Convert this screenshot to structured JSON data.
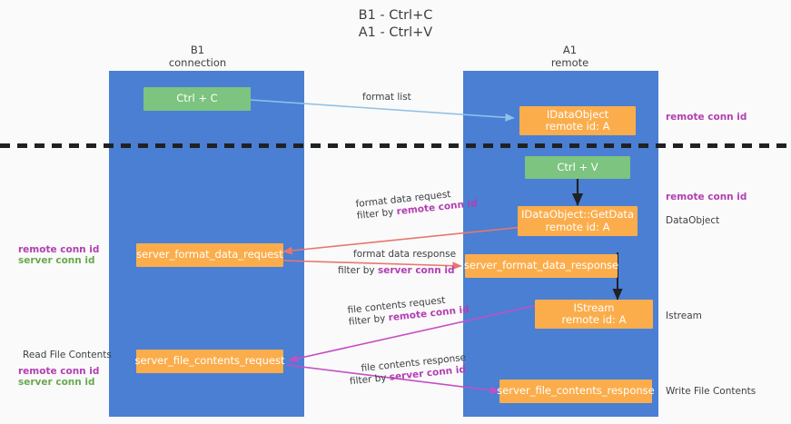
{
  "title": {
    "line1": "B1 - Ctrl+C",
    "line2": "A1 - Ctrl+V"
  },
  "columns": [
    {
      "name": "B1",
      "sub": "connection"
    },
    {
      "name": "A1",
      "sub": "remote"
    }
  ],
  "nodes": [
    {
      "id": "ctrl-c",
      "line1": "Ctrl + C",
      "line2": "",
      "color": "green"
    },
    {
      "id": "idataobject",
      "line1": "IDataObject",
      "line2": "remote id: A",
      "color": "orange"
    },
    {
      "id": "ctrl-v",
      "line1": "Ctrl + V",
      "line2": "",
      "color": "green"
    },
    {
      "id": "getdata",
      "line1": "IDataObject::GetData",
      "line2": "remote id: A",
      "color": "orange"
    },
    {
      "id": "server-format-data-request",
      "line1": "server_format_data_request",
      "line2": "",
      "color": "orange"
    },
    {
      "id": "server-format-data-response",
      "line1": "server_format_data_response",
      "line2": "",
      "color": "orange"
    },
    {
      "id": "istream",
      "line1": "IStream",
      "line2": "remote id: A",
      "color": "orange"
    },
    {
      "id": "server-file-contents-request",
      "line1": "server_file_contents_request",
      "line2": "",
      "color": "orange"
    },
    {
      "id": "server-file-contents-response",
      "line1": "server_file_contents_response",
      "line2": "",
      "color": "orange"
    }
  ],
  "edge_labels": {
    "format_list": "format list",
    "format_data_request": "format data request",
    "format_data_request_filter_prefix": "filter by ",
    "format_data_request_filter_key": "remote conn id",
    "format_data_response": "format data response",
    "format_data_response_filter_prefix": "filter by ",
    "format_data_response_filter_key": "server conn id",
    "file_contents_request": "file contents request",
    "file_contents_request_filter_prefix": "filter by ",
    "file_contents_request_filter_key": "remote conn id",
    "file_contents_response": "file contents response",
    "file_contents_response_filter_prefix": "filter by ",
    "file_contents_response_filter_key": "server conn id"
  },
  "side_labels": {
    "right_remote_conn_id_top": "remote conn id",
    "right_remote_conn_id_mid": "remote conn id",
    "right_dataobject": "DataObject",
    "right_istream": "Istream",
    "right_write_file_contents": "Write File Contents",
    "left_remote_conn_id_mid": "remote conn id",
    "left_server_conn_id_mid": "server conn id",
    "left_read_file_contents": "Read File Contents",
    "left_remote_conn_id_bottom": "remote conn id",
    "left_server_conn_id_bottom": "server conn id"
  },
  "colors": {
    "lane": "#4a7fd4",
    "node_orange": "#fbad4c",
    "node_green": "#7cc47f",
    "accent_purple": "#b23fb2",
    "accent_green": "#6aa84f",
    "arrow_blue": "#90c2e7",
    "arrow_red": "#e8776b",
    "arrow_magenta": "#c44fc4",
    "arrow_black": "#202124",
    "background": "#fafafa"
  }
}
